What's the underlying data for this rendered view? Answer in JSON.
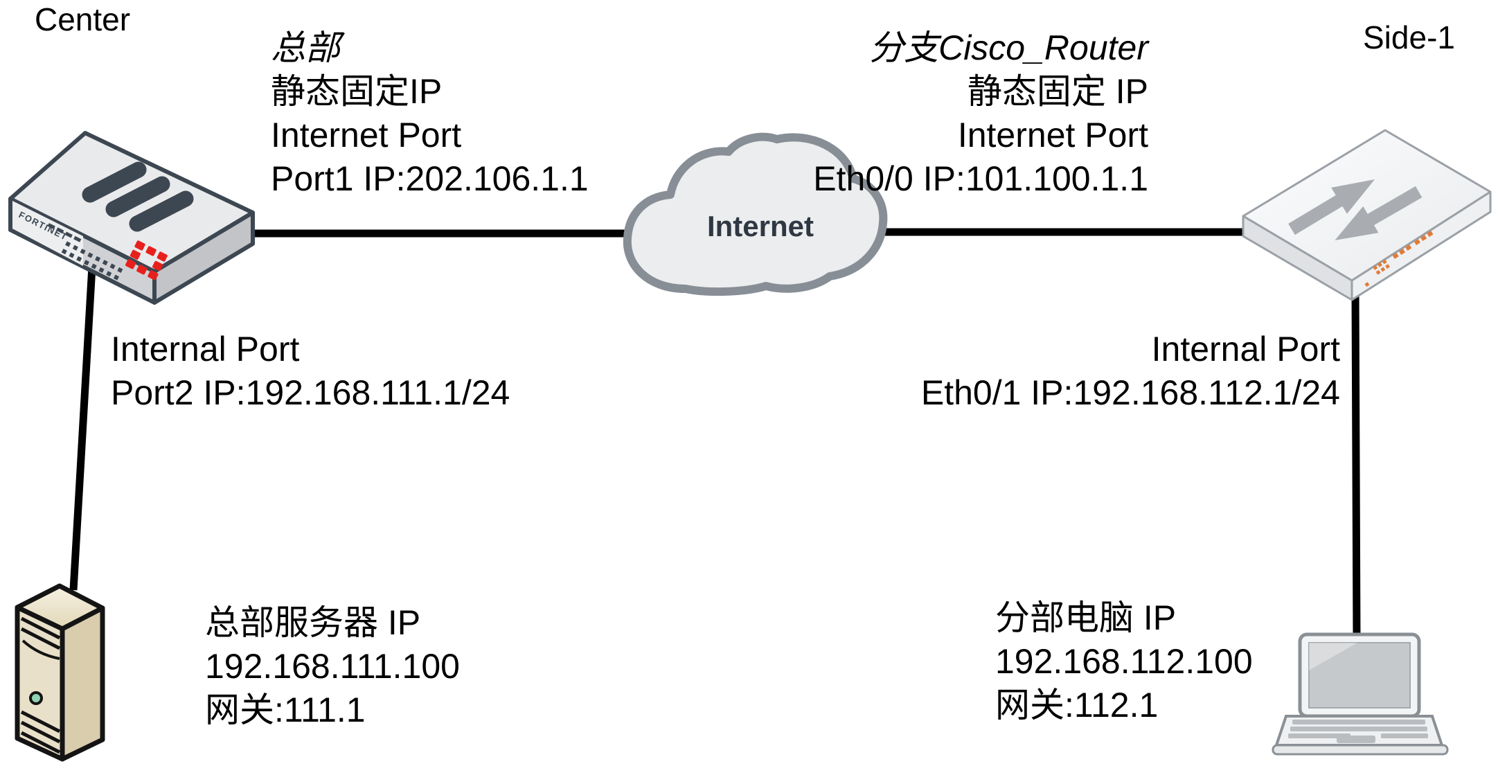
{
  "diagram": {
    "center_device_label": "Center",
    "side_device_label": "Side-1",
    "internet_label": "Internet",
    "firewall_brand": "FORTINET",
    "hq_wan": {
      "line1": "总部",
      "line2": "静态固定IP",
      "line3": "Internet Port",
      "line4": "Port1 IP:202.106.1.1"
    },
    "branch_wan": {
      "line1": "分支Cisco_Router",
      "line2": "静态固定 IP",
      "line3": "Internet Port",
      "line4": "Eth0/0 IP:101.100.1.1"
    },
    "hq_lan": {
      "line1": "Internal Port",
      "line2": "Port2 IP:192.168.111.1/24"
    },
    "branch_lan": {
      "line1": "Internal Port",
      "line2": "Eth0/1 IP:192.168.112.1/24"
    },
    "hq_server": {
      "line1": "总部服务器 IP",
      "line2": "192.168.111.100",
      "line3": "网关:111.1"
    },
    "branch_pc": {
      "line1": "分部电脑 IP",
      "line2": "192.168.112.100",
      "line3": "网关:112.1"
    },
    "colors": {
      "cable": "#000000",
      "cloud_fill": "#ebedee",
      "cloud_border": "#878e96",
      "internet_text": "#2f3842",
      "firewall_outline": "#3d4752",
      "fortinet_red": "#e8201d",
      "router_arrow_gray": "#a9adb2",
      "server_beige": "#e6ddc2",
      "laptop_gray": "#8a9095"
    }
  }
}
